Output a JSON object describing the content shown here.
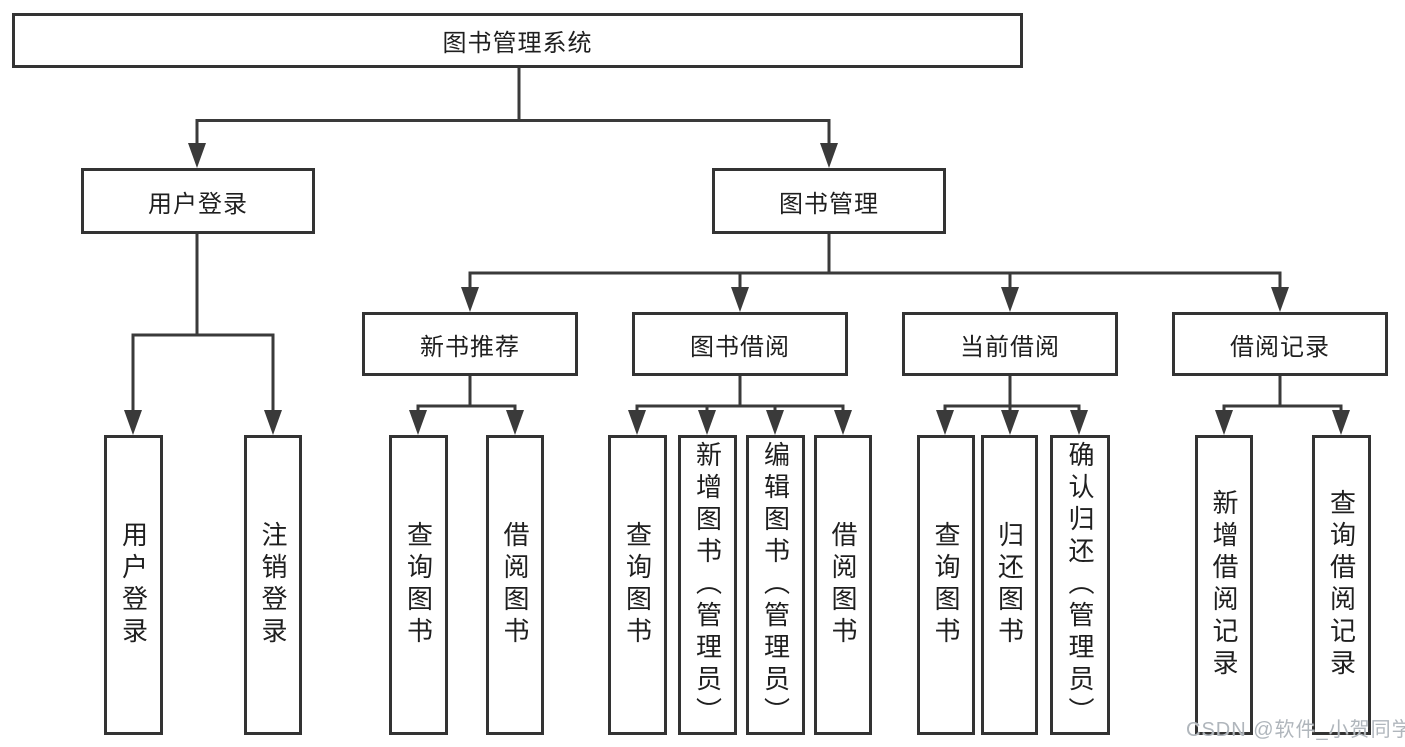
{
  "tree": {
    "label": "图书管理系统",
    "children": [
      {
        "label": "用户登录",
        "children": [
          {
            "label": "用户登录"
          },
          {
            "label": "注销登录"
          }
        ]
      },
      {
        "label": "图书管理",
        "children": [
          {
            "label": "新书推荐",
            "children": [
              {
                "label": "查询图书"
              },
              {
                "label": "借阅图书"
              }
            ]
          },
          {
            "label": "图书借阅",
            "children": [
              {
                "label": "查询图书"
              },
              {
                "label": "新增图书（管理员）"
              },
              {
                "label": "编辑图书（管理员）"
              },
              {
                "label": "借阅图书"
              }
            ]
          },
          {
            "label": "当前借阅",
            "children": [
              {
                "label": "查询图书"
              },
              {
                "label": "归还图书"
              },
              {
                "label": "确认归还（管理员）"
              }
            ]
          },
          {
            "label": "借阅记录",
            "children": [
              {
                "label": "新增借阅记录"
              },
              {
                "label": "查询借阅记录"
              }
            ]
          }
        ]
      }
    ]
  },
  "watermark": {
    "text": "CSDN @软件_小贺同学"
  },
  "colors": {
    "line": "#3a3a3a",
    "box_border": "#333333",
    "text": "#1f1f1f",
    "background": "#ffffff",
    "watermark": "#b0b6bc"
  }
}
